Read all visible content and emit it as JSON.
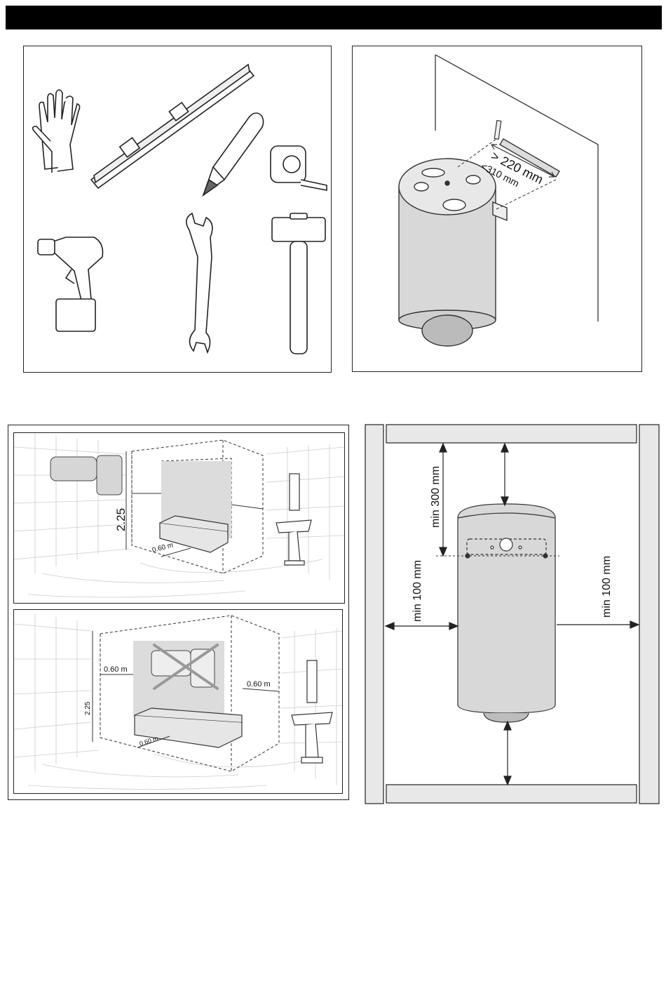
{
  "header": {
    "title": ""
  },
  "mounting": {
    "min_spacing_label": "> 220 mm",
    "max_spacing_label": "<310 mm"
  },
  "bathroom_top": {
    "height_label": "2.25",
    "distance_label": "0.60 m"
  },
  "bathroom_bottom": {
    "height_label": "2.25",
    "left_distance_label": "0.60 m",
    "right_distance_label": "0.60 m",
    "floor_distance_label": "0.60 m"
  },
  "clearance": {
    "top_label": "min 300 mm",
    "left_label": "min 100 mm",
    "right_label": "min 100 mm"
  },
  "colors": {
    "ink": "#111111",
    "zone": "#d9d9d9",
    "wall": "#e8e8e8"
  },
  "icons": [
    "gloves-icon",
    "spirit-level-icon",
    "pencil-icon",
    "tape-measure-icon",
    "drill-icon",
    "wrench-icon",
    "hammer-icon"
  ]
}
